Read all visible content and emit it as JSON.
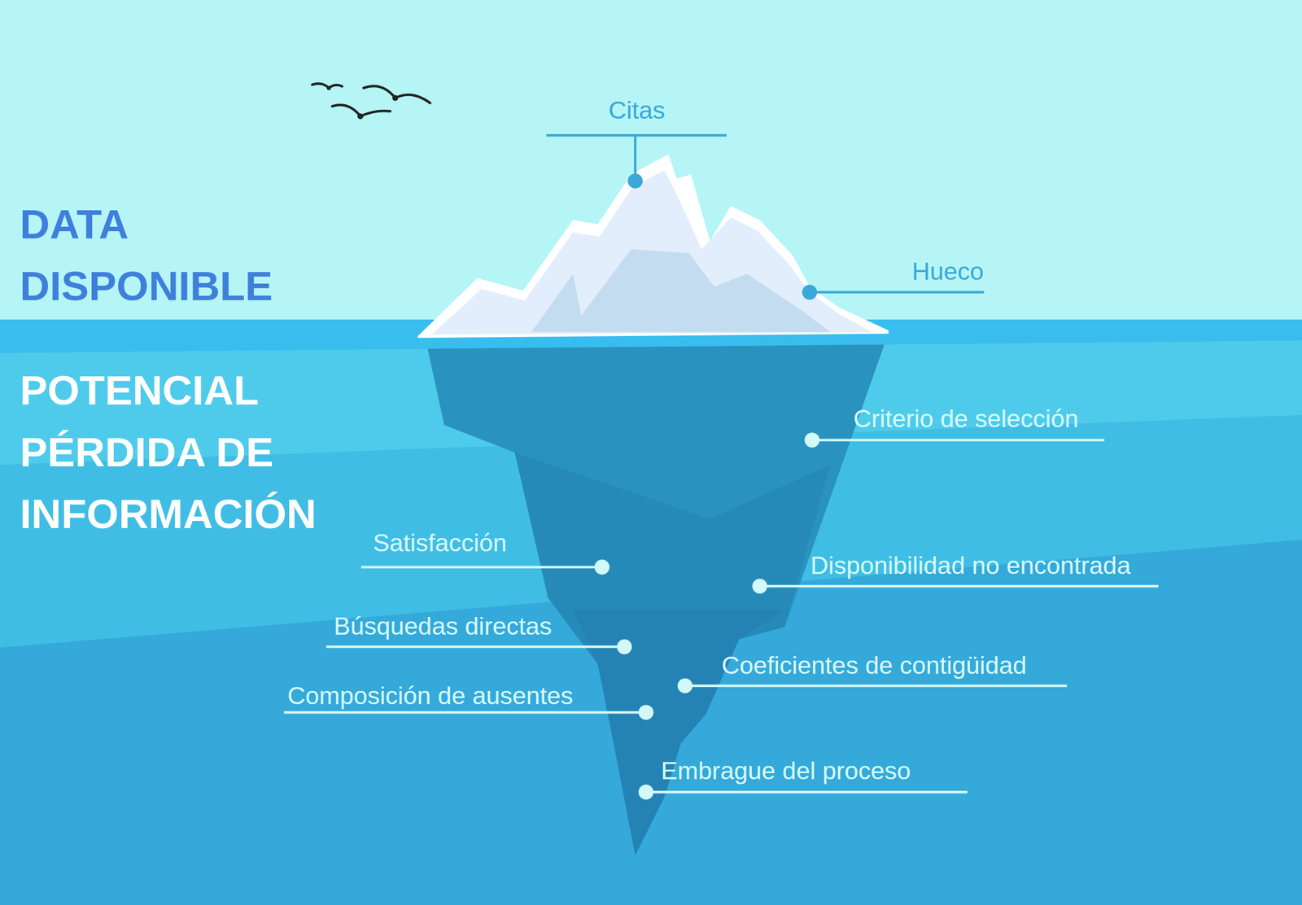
{
  "diagram": {
    "labels": [
      "DATA DISPONIBLE",
      "Citas",
      "Hueco",
      "POTENCIAL PÉRDIDA DE INFORMACIÓN",
      "Criterio de selección",
      "Satisfacción",
      "Disponibilidad no encontrada",
      "Búsquedas directas",
      "Coeficientes de contigüidad",
      "Composición de ausentes",
      "Embrague del proceso"
    ]
  }
}
